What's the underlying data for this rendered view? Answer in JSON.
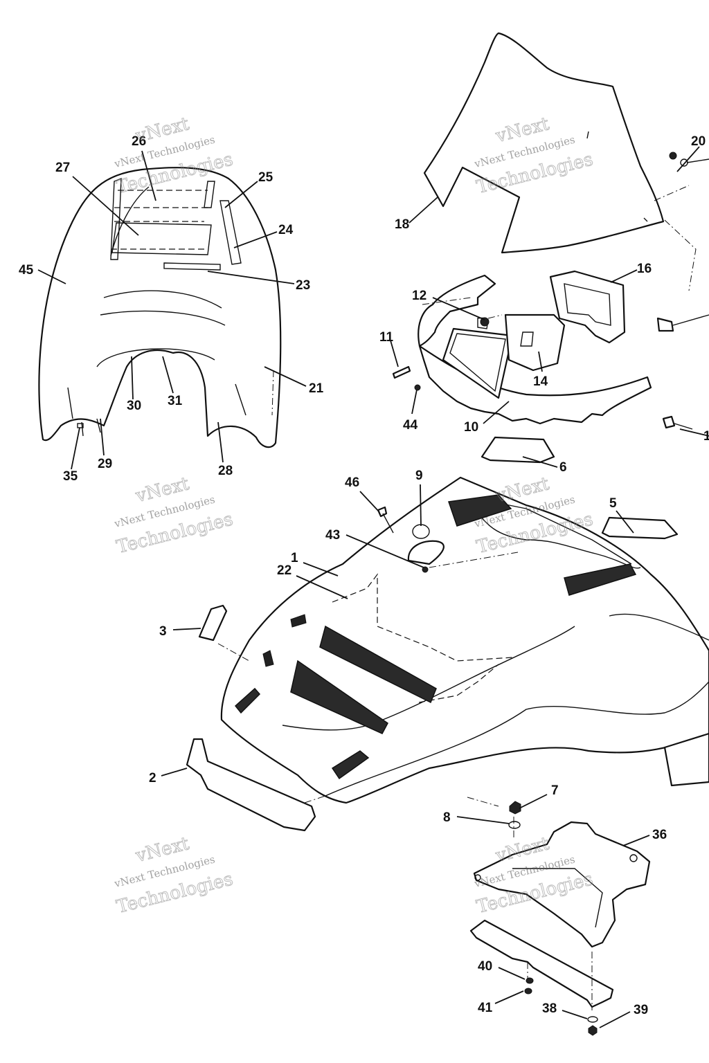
{
  "watermark": {
    "top": "vNext",
    "line": "vNext Technologies",
    "big": "Technologies"
  },
  "callouts": {
    "c1": "1",
    "c2": "2",
    "c3": "3",
    "c5": "5",
    "c6": "6",
    "c7": "7",
    "c8": "8",
    "c9": "9",
    "c10": "10",
    "c11": "11",
    "c12": "12",
    "c13": "1",
    "c14": "14",
    "c16": "16",
    "c18": "18",
    "c20": "20",
    "c21": "21",
    "c22": "22",
    "c23": "23",
    "c24": "24",
    "c25": "25",
    "c26": "26",
    "c27": "27",
    "c28": "28",
    "c29": "29",
    "c30": "30",
    "c31": "31",
    "c35": "35",
    "c36": "36",
    "c38": "38",
    "c39": "39",
    "c40": "40",
    "c41": "41",
    "c43": "43",
    "c44": "44",
    "c45": "45",
    "c46": "46"
  }
}
